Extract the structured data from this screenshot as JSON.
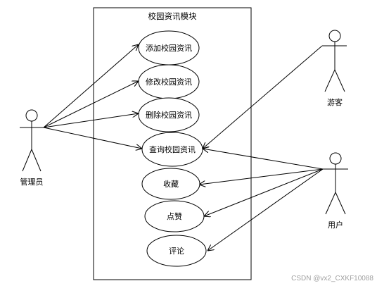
{
  "system": {
    "title": "校园资讯模块"
  },
  "actors": {
    "admin": "管理员",
    "visitor": "游客",
    "user": "用户"
  },
  "use_cases": {
    "add": "添加校园资讯",
    "edit": "修改校园资讯",
    "delete": "删除校园资讯",
    "query": "查询校园资讯",
    "favorite": "收藏",
    "like": "点赞",
    "comment": "评论"
  },
  "watermark": "CSDN @vx2_CXKF10088"
}
